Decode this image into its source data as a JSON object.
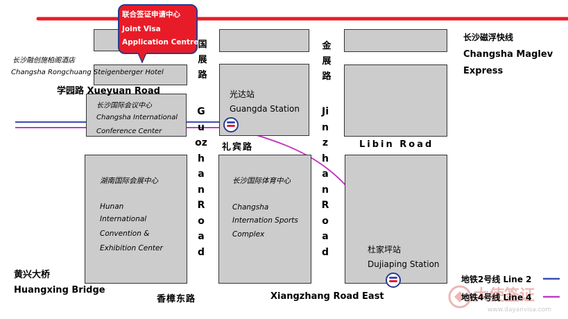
{
  "callout": {
    "line1": "联合签证申请中心",
    "line2": "Joint Visa",
    "line3": "Application Centre"
  },
  "hotel": {
    "cn": "长沙融创施柏阁酒店",
    "en": "Changsha Rongchuang Steigenberger Hotel"
  },
  "maglev": {
    "cn": "长沙磁浮快线",
    "en1": "Changsha Maglev",
    "en2": "Express"
  },
  "roads": {
    "xueyuan": "学园路 Xueyuan Road",
    "guozhan_cn": "国展路",
    "guozhan_en": "Guozhan Road",
    "jinzhan_cn": "金展路",
    "jinzhan_en": "Jinzhan Road",
    "libin_cn": "礼宾路",
    "libin_en": "Libin Road",
    "xiangzhang_cn": "香樟东路",
    "xiangzhang_en": "Xiangzhang Road East"
  },
  "places": {
    "conference": {
      "cn": "长沙国际会议中心",
      "en1": "Changsha International",
      "en2": "Conference Center"
    },
    "guangda": {
      "cn": "光达站",
      "en": "Guangda Station"
    },
    "hunan_expo": {
      "cn": "湖南国际会展中心",
      "en1": "Hunan",
      "en2": "International",
      "en3": "Convention &",
      "en4": "Exhibition Center"
    },
    "sports": {
      "cn": "长沙国际体育中心",
      "en1": "Changsha",
      "en2": "Internation Sports",
      "en3": "Complex"
    },
    "dujiaping": {
      "cn": "杜家坪站",
      "en": "Dujiaping Station"
    }
  },
  "bridge": {
    "cn": "黄兴大桥",
    "en": "Huangxing Bridge"
  },
  "legend": {
    "line2": "地铁2号线 Line 2",
    "line4": "地铁4号线 Line 4"
  },
  "watermark": {
    "brand": "大使签证",
    "url": "www.dayanvisa.com"
  },
  "colors": {
    "maglev": "#e81c28",
    "line2": "#3a4db5",
    "line4": "#c03cc0",
    "block": "#cccccc",
    "callout": "#e81c28"
  },
  "icons": [
    "metro-icon"
  ]
}
